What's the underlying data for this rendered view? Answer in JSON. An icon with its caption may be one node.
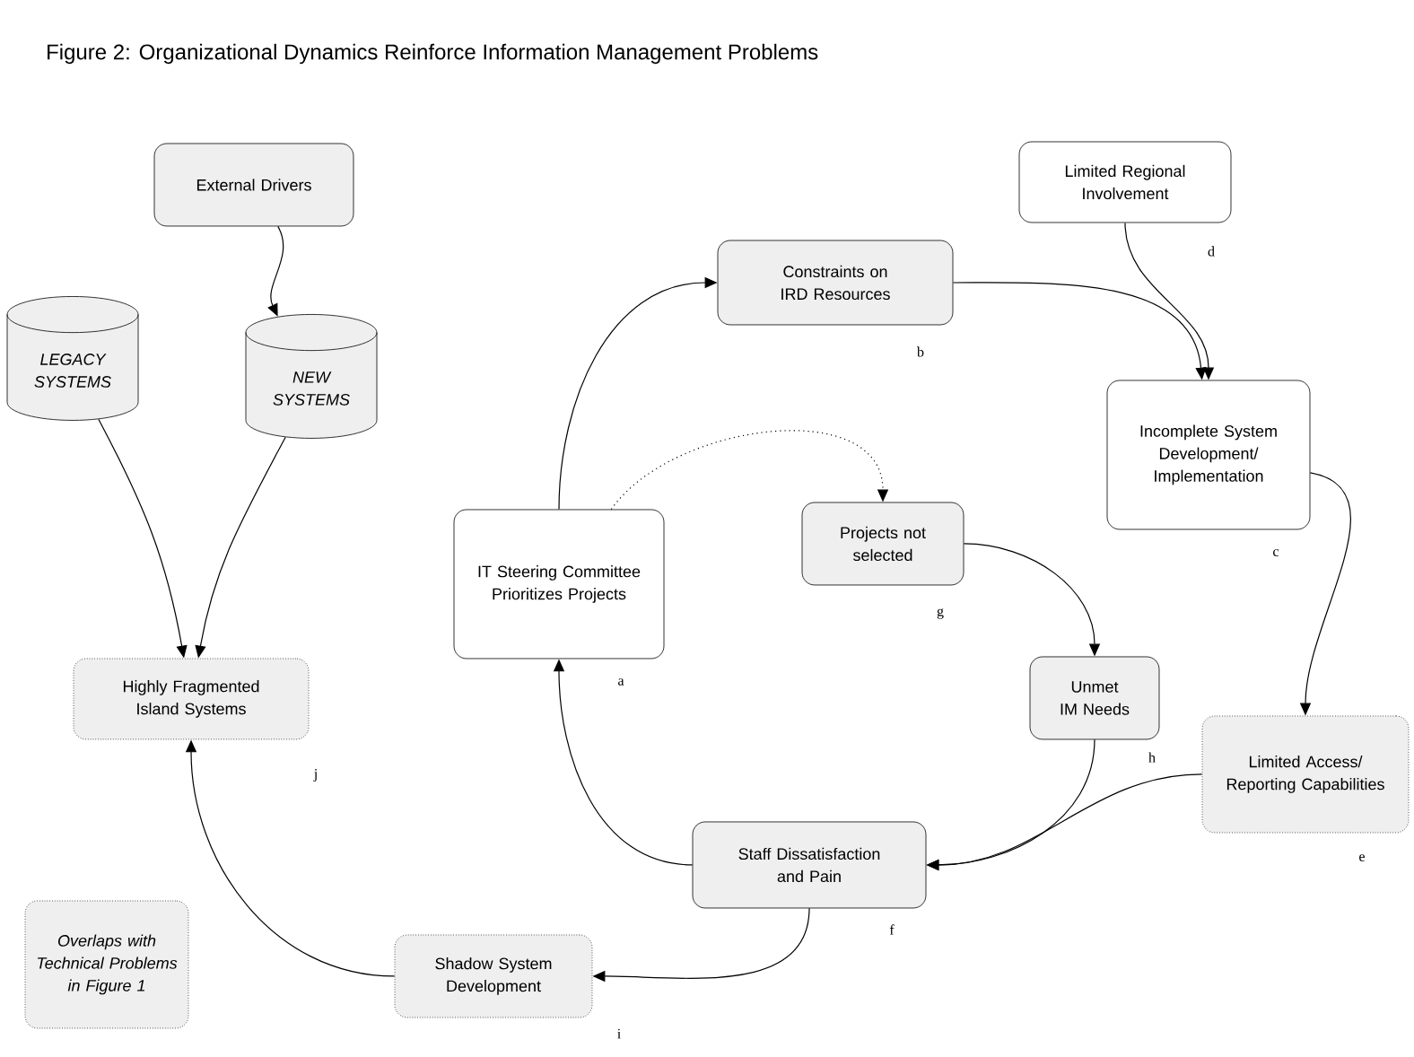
{
  "diagram": {
    "title": "Figure 2:  Organizational Dynamics Reinforce Information Management Problems",
    "nodes": [
      {
        "text": [
          "External Drivers"
        ]
      },
      {
        "text": [
          "LEGACY SYSTEMS"
        ]
      },
      {
        "text": [
          "NEW SYSTEMS"
        ]
      },
      {
        "text": [
          "Highly Fragmented Island Systems"
        ],
        "beside": [
          "j"
        ]
      },
      {
        "text": [
          "Limited Regional Involvement"
        ],
        "beside": [
          "d"
        ]
      },
      {
        "text": [
          "Constraints on IRD Resources"
        ],
        "beside": [
          "b"
        ]
      },
      {
        "text": [
          "Incomplete System Development/ Implementation"
        ],
        "beside": [
          "c"
        ]
      },
      {
        "text": [
          "IT Steering Committee Prioritizes Projects"
        ],
        "beside": [
          "a"
        ]
      },
      {
        "text": [
          "Projects not selected"
        ],
        "beside": [
          "g"
        ]
      },
      {
        "text": [
          "Unmet IM Needs"
        ],
        "beside": [
          "h"
        ]
      },
      {
        "text": [
          "Limited Access/ Reporting Capabilities"
        ],
        "beside": [
          "e"
        ]
      },
      {
        "text": [
          "Staff Dissatisfaction and Pain"
        ],
        "beside": [
          "f"
        ]
      },
      {
        "text": [
          "Shadow System Development"
        ],
        "beside": [
          "i"
        ]
      },
      {
        "text": [
          "Overlaps with Technical Problems in Figure 1"
        ]
      }
    ],
    "edges": [
      {
        "from": 0,
        "to": 2,
        "arrow": "to"
      },
      {
        "from": 1,
        "to": 3,
        "arrow": "to"
      },
      {
        "from": 2,
        "to": 3,
        "arrow": "to"
      },
      {
        "from": 7,
        "to": 5,
        "arrow": "to"
      },
      {
        "from": 5,
        "to": 6,
        "arrow": "to"
      },
      {
        "from": 4,
        "to": 6,
        "arrow": "to"
      },
      {
        "from": 7,
        "to": 8,
        "arrow": "to",
        "style": "dashed"
      },
      {
        "from": 8,
        "to": 9,
        "arrow": "to"
      },
      {
        "from": 6,
        "to": 10,
        "arrow": "to"
      },
      {
        "from": 9,
        "to": 11,
        "arrow": "to"
      },
      {
        "from": 10,
        "to": 11,
        "arrow": "to"
      },
      {
        "from": 11,
        "to": 7,
        "arrow": "to"
      },
      {
        "from": 11,
        "to": 12,
        "arrow": "to"
      },
      {
        "from": 12,
        "to": 3,
        "arrow": "to"
      }
    ]
  }
}
